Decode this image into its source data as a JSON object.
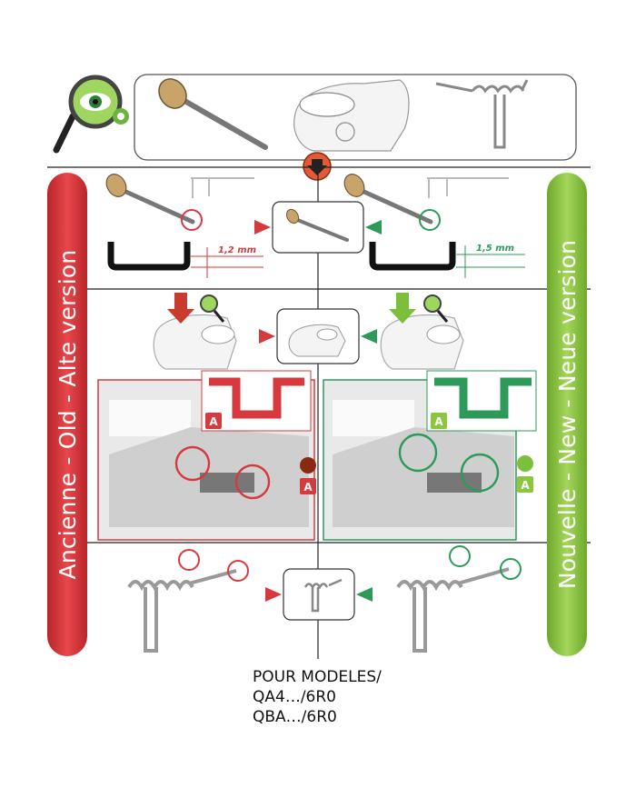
{
  "left_band": {
    "label": "Ancienne - Old - Alte version",
    "color": "#d8363a"
  },
  "right_band": {
    "label": "Nouvelle - New - Neue version",
    "color": "#8cc63f"
  },
  "dimensions": {
    "old_gap": "1,2 mm",
    "new_gap": "1,5 mm"
  },
  "detail_badge": "A",
  "models": {
    "line1": "POUR MODELES/",
    "line2": "QA4…/6R0",
    "line3": "QBA…/6R0"
  },
  "colors": {
    "old": "#d63a3f",
    "new": "#2e9a5a",
    "grid": "#222222",
    "badge_green": "#8cc63f"
  }
}
